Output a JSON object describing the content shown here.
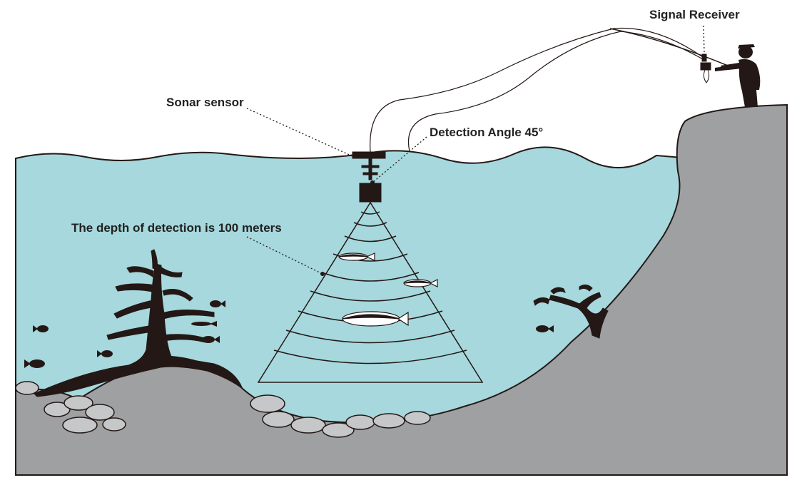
{
  "labels": {
    "signal_receiver": "Signal Receiver",
    "sonar_sensor": "Sonar sensor",
    "detection_angle": "Detection Angle 45°",
    "detection_depth": "The depth of detection is 100 meters"
  },
  "colors": {
    "water": "#a6d8dd",
    "ground": "#9fa0a2",
    "rocks": "#c6c7c8",
    "silhouette": "#231815",
    "line": "#231815"
  }
}
